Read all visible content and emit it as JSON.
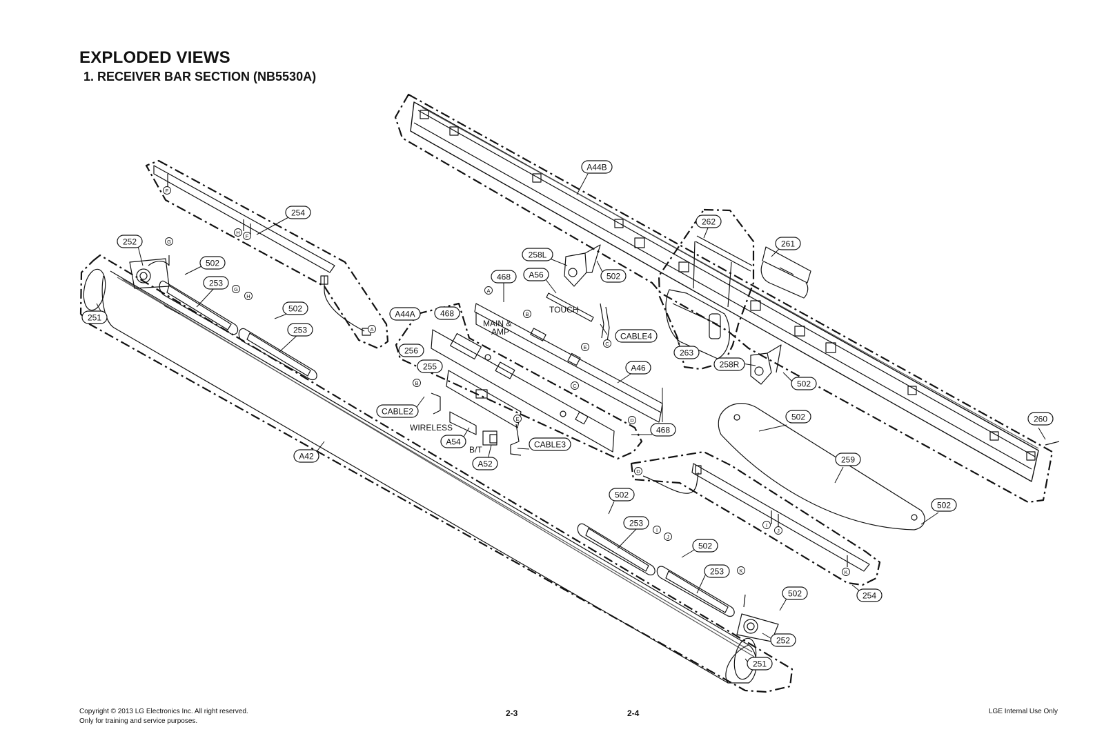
{
  "header": {
    "title": "EXPLODED VIEWS",
    "subtitle": "1. RECEIVER BAR SECTION (NB5530A)"
  },
  "footer": {
    "copyright": "Copyright © 2013 LG Electronics Inc. All right reserved.",
    "note": "Only for training and service purposes.",
    "page_left": "2-3",
    "page_right": "2-4",
    "internal": "LGE Internal Use Only"
  },
  "part_labels": [
    "A44B",
    "254",
    "252",
    "502",
    "253",
    "502",
    "253",
    "251",
    "262",
    "261",
    "258L",
    "502",
    "468",
    "A56",
    "A44A",
    "468",
    "256",
    "255",
    "CABLE4",
    "263",
    "A46",
    "258R",
    "502",
    "CABLE2",
    "A54",
    "A52",
    "CABLE3",
    "468",
    "502",
    "260",
    "259",
    "502",
    "A42",
    "502",
    "253",
    "502",
    "253",
    "254",
    "502",
    "252",
    "251"
  ],
  "text_labels": [
    "MAIN &",
    "AMP",
    "TOUCH",
    "WIRELESS",
    "B/T"
  ],
  "connector_letters": [
    "F",
    "G",
    "H",
    "F",
    "G",
    "H",
    "A",
    "A",
    "B",
    "C",
    "E",
    "C",
    "D",
    "B",
    "E",
    "D",
    "I",
    "J",
    "I",
    "J",
    "K",
    "K"
  ]
}
